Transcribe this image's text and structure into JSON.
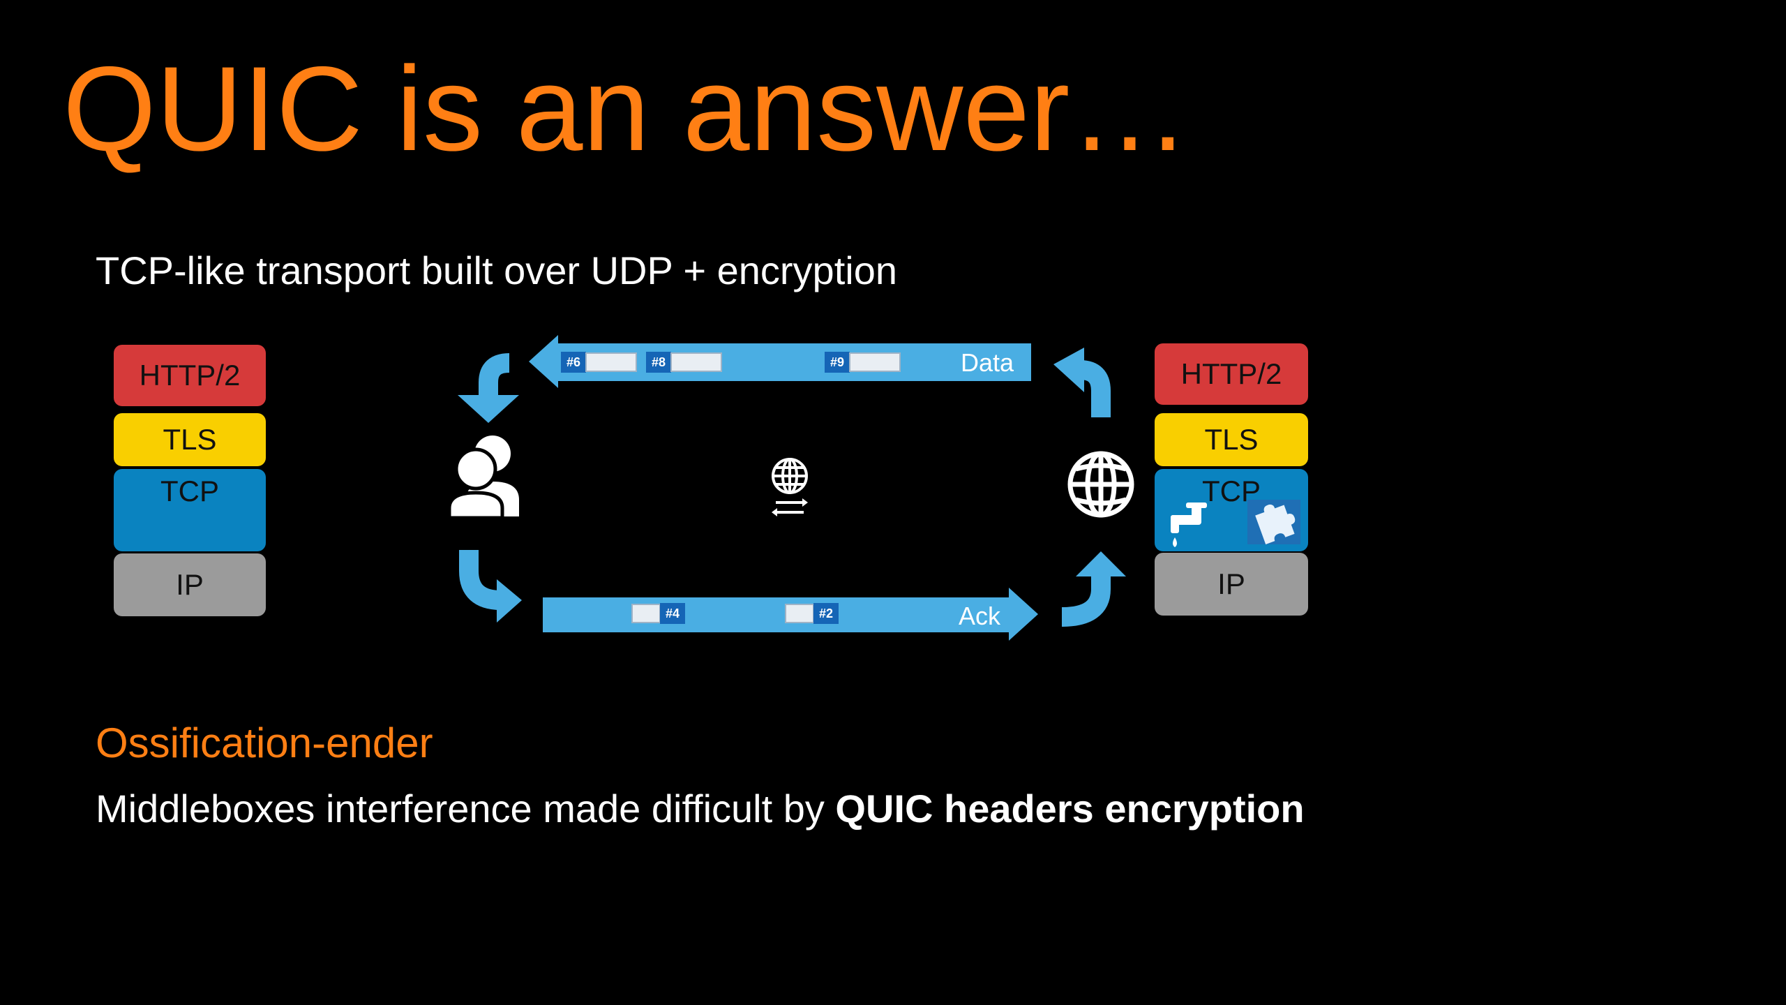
{
  "slide": {
    "title": "QUIC is an answer…",
    "subtitle": "TCP-like transport built over UDP + encryption",
    "section_heading": "Ossification-ender",
    "description_prefix": "Middleboxes interference made difficult by ",
    "description_bold": "QUIC headers encryption"
  },
  "left_stack": {
    "layers": [
      "HTTP/2",
      "TLS",
      "TCP",
      "IP"
    ]
  },
  "right_stack": {
    "layers": [
      "HTTP/2",
      "TLS",
      "TCP",
      "IP"
    ]
  },
  "flow": {
    "top_arrow_label": "Data",
    "bottom_arrow_label": "Ack",
    "top_packets": [
      "#6",
      "#8",
      "#9"
    ],
    "bottom_packets": [
      "#4",
      "#2"
    ]
  },
  "icons": {
    "client": "users-icon",
    "middle": "network-globe-icon",
    "server": "globe-icon",
    "faucet": "faucet-icon",
    "puzzle": "puzzle-icon"
  },
  "colors": {
    "accent": "#ff7f14",
    "http": "#d63a3a",
    "tls": "#f9cf00",
    "tcp": "#0a83c0",
    "ip": "#9b9b9b",
    "arrow": "#4aaee3"
  }
}
